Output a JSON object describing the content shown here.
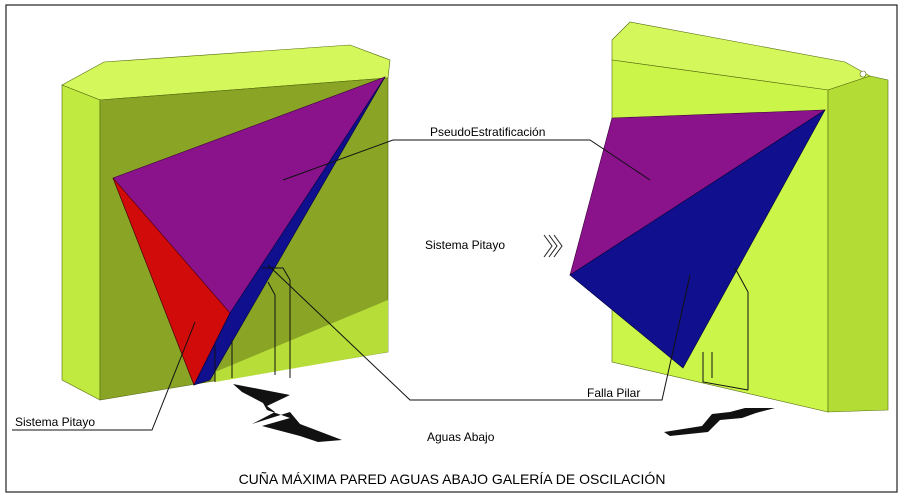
{
  "labels": {
    "pseudo_estratificacion": "PseudoEstratificación",
    "sistema_pitayo_right": "Sistema Pitayo",
    "sistema_pitayo_left": "Sistema Pitayo",
    "falla_pilar": "Falla Pilar",
    "aguas_abajo": "Aguas Abajo"
  },
  "caption": "CUÑA MÁXIMA PARED AGUAS ABAJO GALERÍA DE OSCILACIÓN",
  "colors": {
    "block_light": "#ccf54a",
    "block_mid": "#b3dc35",
    "block_dark": "#7f9a1d",
    "wedge_purple": "#8a138c",
    "wedge_red": "#d10a0a",
    "wedge_blue": "#10108f",
    "arrow": "#111111"
  }
}
